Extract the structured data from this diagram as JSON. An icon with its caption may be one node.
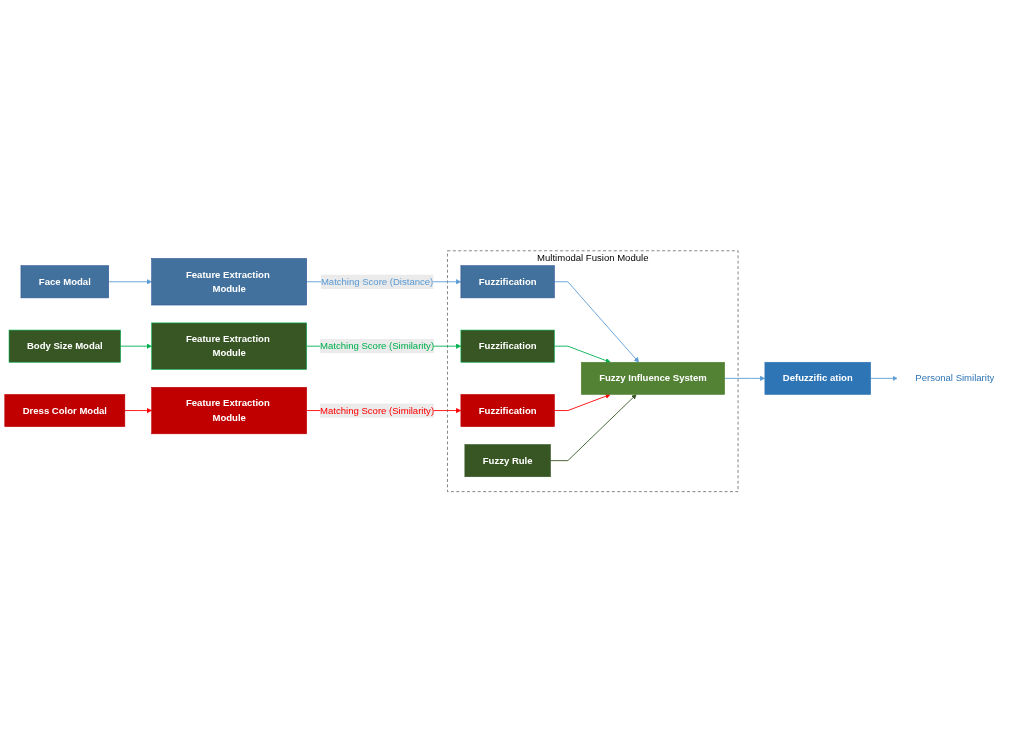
{
  "diagram": {
    "nodes": [
      {
        "text": [
          "Multimodal Fusion Module"
        ]
      },
      {
        "text": [
          "Face Modal"
        ]
      },
      {
        "text": [
          "Feature Extraction Module"
        ]
      },
      {
        "text": [
          "Fuzzification"
        ],
        "in": 0
      },
      {
        "text": [
          "Body Size Modal"
        ]
      },
      {
        "text": [
          "Feature Extraction Module"
        ]
      },
      {
        "text": [
          "Fuzzification"
        ],
        "in": 0
      },
      {
        "text": [
          "Dress Color Modal"
        ]
      },
      {
        "text": [
          "Feature Extraction Module"
        ]
      },
      {
        "text": [
          "Fuzzification"
        ],
        "in": 0
      },
      {
        "text": [
          "Fuzzy Influence System"
        ],
        "in": 0
      },
      {
        "text": [
          "Defuzzific ation"
        ]
      },
      {
        "text": [
          "Fuzzy Rule"
        ],
        "in": 0
      },
      {
        "text": [
          "Personal Similarity"
        ]
      }
    ],
    "edges": [
      {
        "from": 1,
        "to": 2,
        "arrow": "to"
      },
      {
        "from": 2,
        "to": 3,
        "arrow": "to",
        "label": "Matching Score (Distance)"
      },
      {
        "from": 3,
        "to": 10,
        "arrow": "to"
      },
      {
        "from": 4,
        "to": 5,
        "arrow": "to",
        "color": "#00b050"
      },
      {
        "from": 5,
        "to": 6,
        "arrow": "to",
        "label": "Matching Score (Similarity)",
        "color": "#00b050"
      },
      {
        "from": 6,
        "to": 10,
        "arrow": "to",
        "color": "#00b050"
      },
      {
        "from": 7,
        "to": 8,
        "arrow": "to",
        "color": "#ff0000"
      },
      {
        "from": 8,
        "to": 9,
        "arrow": "to",
        "label": "Matching Score (Similarity)",
        "color": "#ff0000"
      },
      {
        "from": 9,
        "to": 10,
        "arrow": "to",
        "color": "#ff0000"
      },
      {
        "from": 12,
        "to": 10,
        "arrow": "to",
        "color": "#375623"
      },
      {
        "from": 10,
        "to": 11,
        "arrow": "to"
      },
      {
        "from": 11,
        "to": 13,
        "arrow": "to"
      }
    ]
  }
}
